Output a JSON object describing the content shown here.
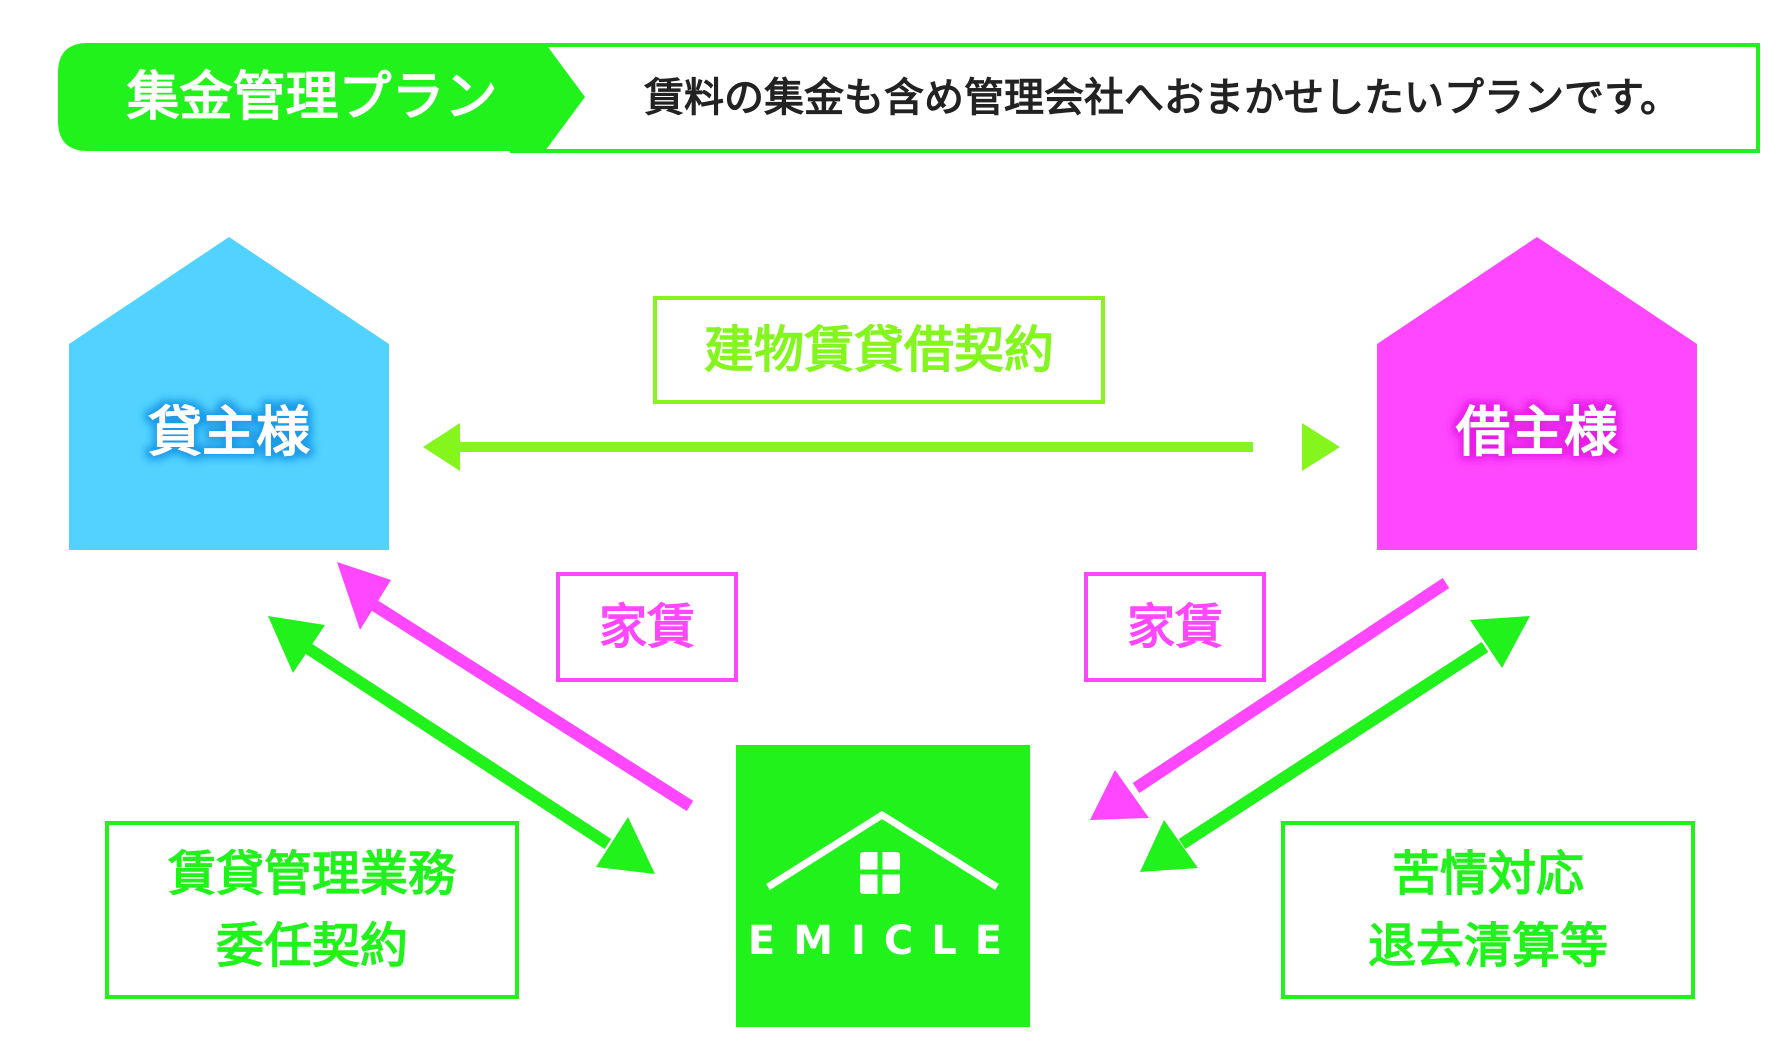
{
  "header": {
    "plan_name": "集金管理プラン",
    "description": "賃料の集金も含め管理会社へおまかせしたいプランです。"
  },
  "parties": {
    "landlord": "貸主様",
    "tenant": "借主様"
  },
  "contracts": {
    "lease_contract": "建物賃貸借契約",
    "management_line1": "賃貸管理業務",
    "management_line2": "委任契約",
    "tenant_service_line1": "苦情対応",
    "tenant_service_line2": "退去清算等"
  },
  "rent": {
    "left": "家賃",
    "right": "家賃"
  },
  "company": {
    "logo_text": "EMICLE"
  },
  "colors": {
    "green": "#21f21c",
    "light_green": "#85f51e",
    "cyan": "#52d2ff",
    "magenta": "#ff47ff",
    "text": "#222222",
    "white": "#ffffff"
  }
}
